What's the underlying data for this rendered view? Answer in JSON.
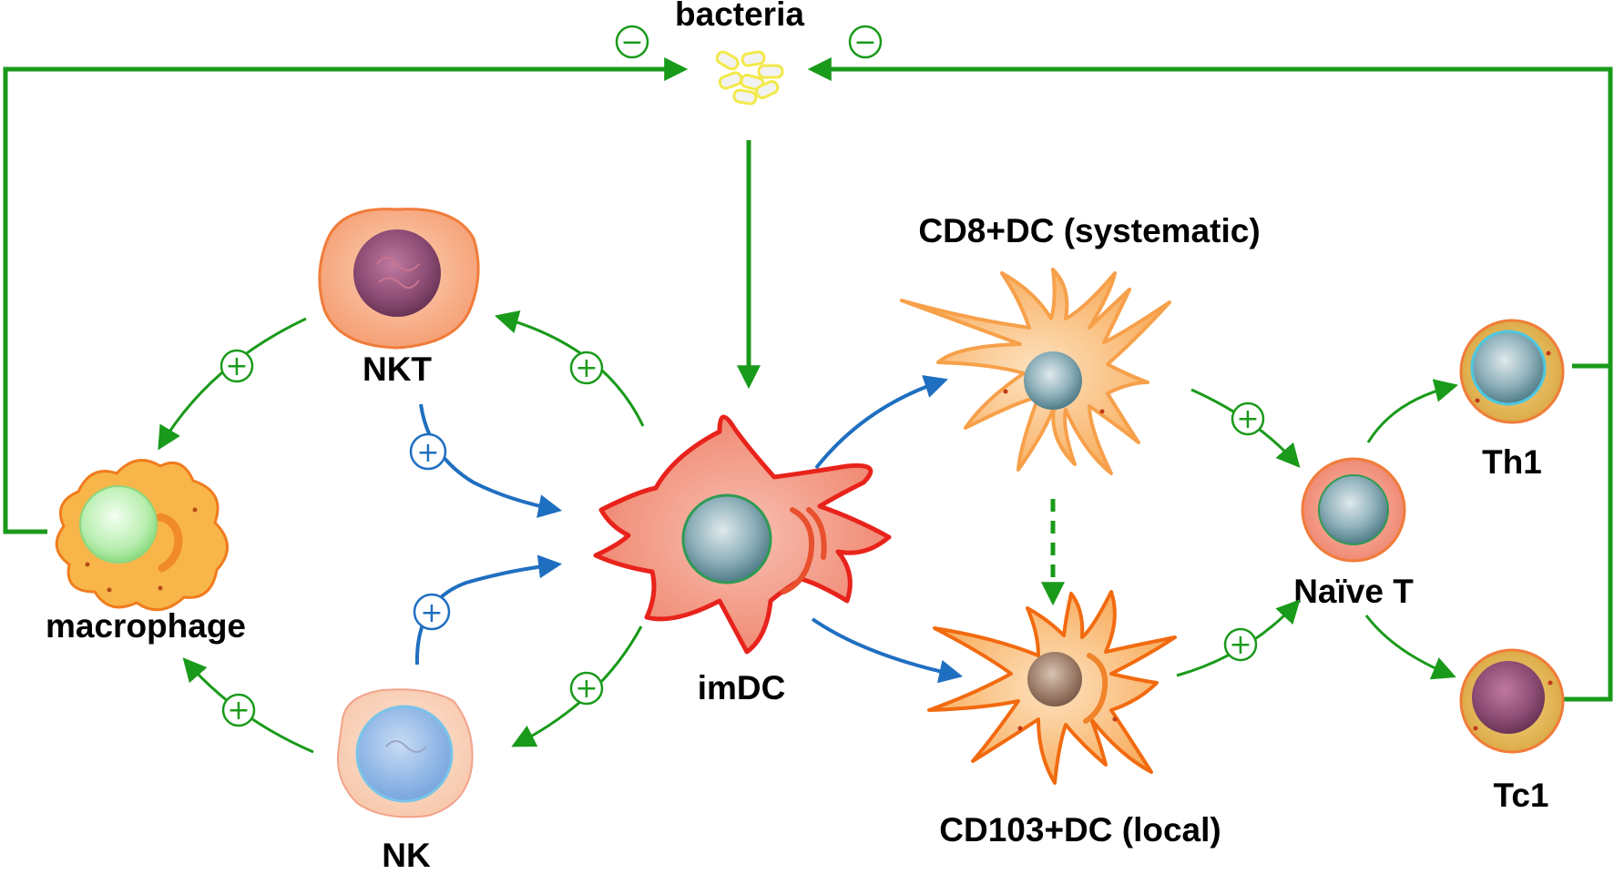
{
  "labels": {
    "bacteria": "bacteria",
    "nkt": "NKT",
    "macrophage": "macrophage",
    "nk": "NK",
    "imdc": "imDC",
    "cd8dc": "CD8+DC (systematic)",
    "cd103dc": "CD103+DC (local)",
    "naive_t": "Naïve T",
    "th1": "Th1",
    "tc1": "Tc1"
  },
  "signs": {
    "plus": "+",
    "minus": "−"
  },
  "colors": {
    "green_arrow": "#1a9a1a",
    "blue_arrow": "#1f6fc0",
    "imdc_outline": "#e8231c",
    "imdc_fill": "#f08a78",
    "dc_orange": "#f7a04a",
    "cd103_outline": "#f26a10",
    "macrophage_fill": "#f7b040",
    "nkt_fill": "#f6a880",
    "nk_fill": "#f9d0b8",
    "nucleus_purple": "#8a4a72",
    "nucleus_teal": "#4f7c88",
    "bacteria_fill": "#f3f3f3",
    "bacteria_outline": "#f3e94a"
  },
  "icons": [
    "bacteria-icon",
    "nkt-cell-icon",
    "macrophage-icon",
    "nk-cell-icon",
    "imdc-icon",
    "cd8-dc-icon",
    "cd103-dc-icon",
    "naive-t-cell-icon",
    "th1-cell-icon",
    "tc1-cell-icon"
  ]
}
